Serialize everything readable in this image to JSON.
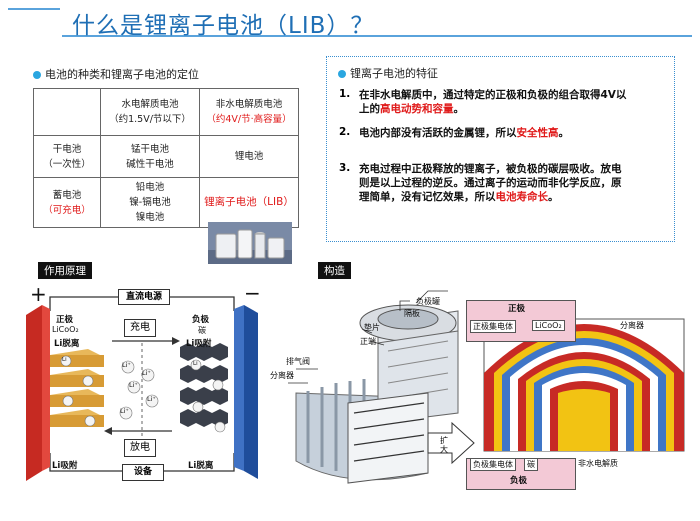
{
  "title": "什么是锂离子电池（LIB）？",
  "left_section": {
    "heading": "电池的种类和锂离子电池的定位",
    "col_headers": [
      {
        "line1": "水电解质电池",
        "line2": "（约1.5V/节以下）"
      },
      {
        "line1": "非水电解质电池",
        "line2": "（约4V/节·高容量）"
      }
    ],
    "rows": [
      {
        "head1": "干电池",
        "head2": "（一次性）",
        "cell1": [
          "锰干电池",
          "碱性干电池"
        ],
        "cell2": "锂电池"
      },
      {
        "head1": "蓄电池",
        "head2": "（可充电）",
        "cell1": [
          "铅电池",
          "镍-镉电池",
          "镍电池"
        ],
        "cell2": "锂离子电池（LIB）"
      }
    ]
  },
  "features": {
    "heading": "锂离子电池的特征",
    "items": [
      {
        "num": "1.",
        "pre": "在非水电解质中，通过特定的正极和负极的组合取得4V以上的",
        "hl": "高电动势和容量",
        "post": "。"
      },
      {
        "num": "2.",
        "pre": "电池内部没有活跃的金属锂，所以",
        "hl": "安全性高",
        "post": "。"
      },
      {
        "num": "3.",
        "pre": "充电过程中正极释放的锂离子，被负极的碳层吸收。放电则是以上过程的逆反。通过离子的运动而非化学反应，原理简单，没有记忆效果，所以",
        "hl": "电池寿命长",
        "post": "。"
      }
    ]
  },
  "principle": {
    "tag": "作用原理",
    "dc_source": "直流电源",
    "plus": "+",
    "minus": "−",
    "pos_title": "正极",
    "pos_material": "LiCoO₂",
    "pos_release": "Li脱离",
    "pos_absorb": "Li吸附",
    "neg_title": "负极",
    "neg_material": "碳",
    "neg_absorb": "Li吸附",
    "neg_release": "Li脱离",
    "charge": "充电",
    "discharge": "放电",
    "device": "设备",
    "li": "Li",
    "li_plus": "Li⁺"
  },
  "structure": {
    "tag": "构造",
    "labels": {
      "neg_can": "负极罐",
      "separator_plate": "隔板",
      "gasket": "垫片",
      "pos_terminal": "正端",
      "vent": "排气阀",
      "separator": "分离器",
      "expand": "扩大"
    },
    "detail": {
      "positive": "正极",
      "pos_collector": "正极集电体",
      "licoo2": "LiCoO₂",
      "separator": "分离器",
      "neg_collector": "负极集电体",
      "carbon": "碳",
      "electrolyte": "非水电解质",
      "negative": "负极"
    }
  },
  "colors": {
    "accent": "#1f6fb5",
    "highlight": "#e01a1a",
    "pos_plate": "#d9332b",
    "neg_plate": "#2b5fb0"
  }
}
